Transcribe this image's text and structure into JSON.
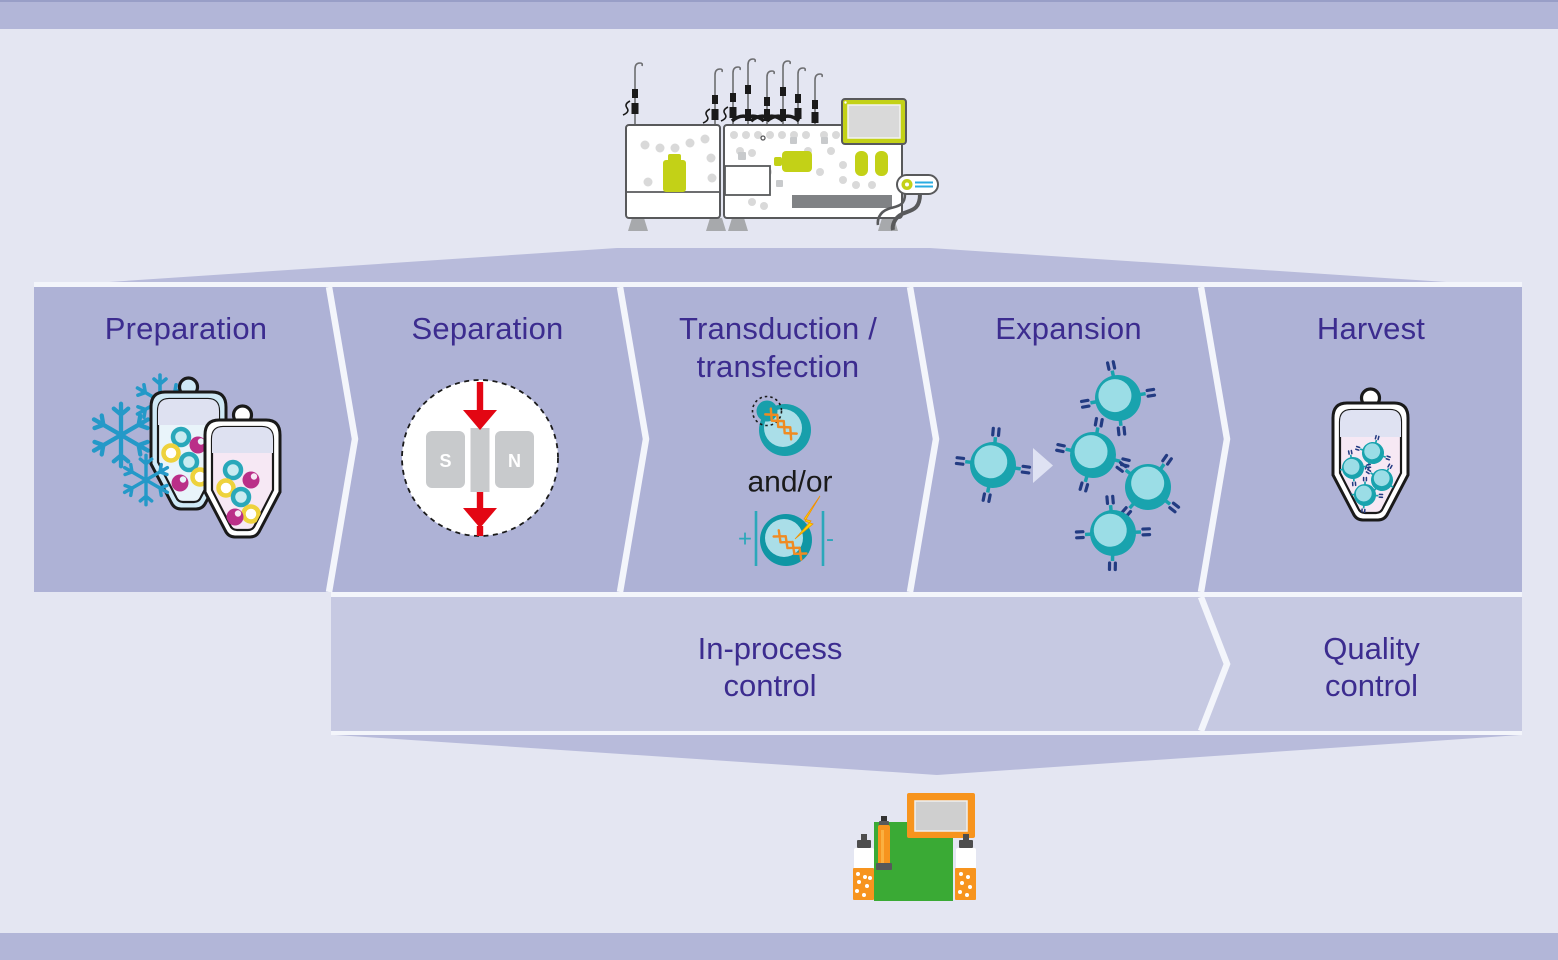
{
  "stages": {
    "preparation": {
      "label": "Preparation"
    },
    "separation": {
      "label": "Separation",
      "magnet_south": "S",
      "magnet_north": "N"
    },
    "transduction": {
      "label_line1": "Transduction /",
      "label_line2": "transfection",
      "connector": "and/or",
      "electrode_plus": "+",
      "electrode_minus": "-"
    },
    "expansion": {
      "label": "Expansion"
    },
    "harvest": {
      "label": "Harvest"
    }
  },
  "controls": {
    "in_process": {
      "line1": "In-process",
      "line2": "control"
    },
    "quality": {
      "line1": "Quality",
      "line2": "control"
    }
  },
  "icons": {
    "top_instrument": "automated-cell-processing-instrument",
    "bottom_instrument": "flow-cytometer",
    "preparation": "frozen-cell-bags-with-snowflakes",
    "separation": "magnetic-separation-column",
    "transduction_top": "viral-vector-cell",
    "transduction_bottom": "electroporation-cell",
    "expansion": "t-cell-proliferation",
    "harvest": "harvest-cell-bag"
  },
  "colors": {
    "background": "#e4e6f2",
    "band": "#aeb2d6",
    "band_light": "#c6c9e2",
    "funnel": "#b8bbdb",
    "strip": "#b2b6d8",
    "heading": "#3c2c8f",
    "lime": "#c3d117",
    "teal": "#19a3ae",
    "teal_light": "#aadee8",
    "orange": "#f18a22",
    "red": "#e30613",
    "green": "#3aaa35",
    "magenta": "#ba2f88",
    "navy": "#233b82",
    "snowflake": "#2499c8"
  }
}
